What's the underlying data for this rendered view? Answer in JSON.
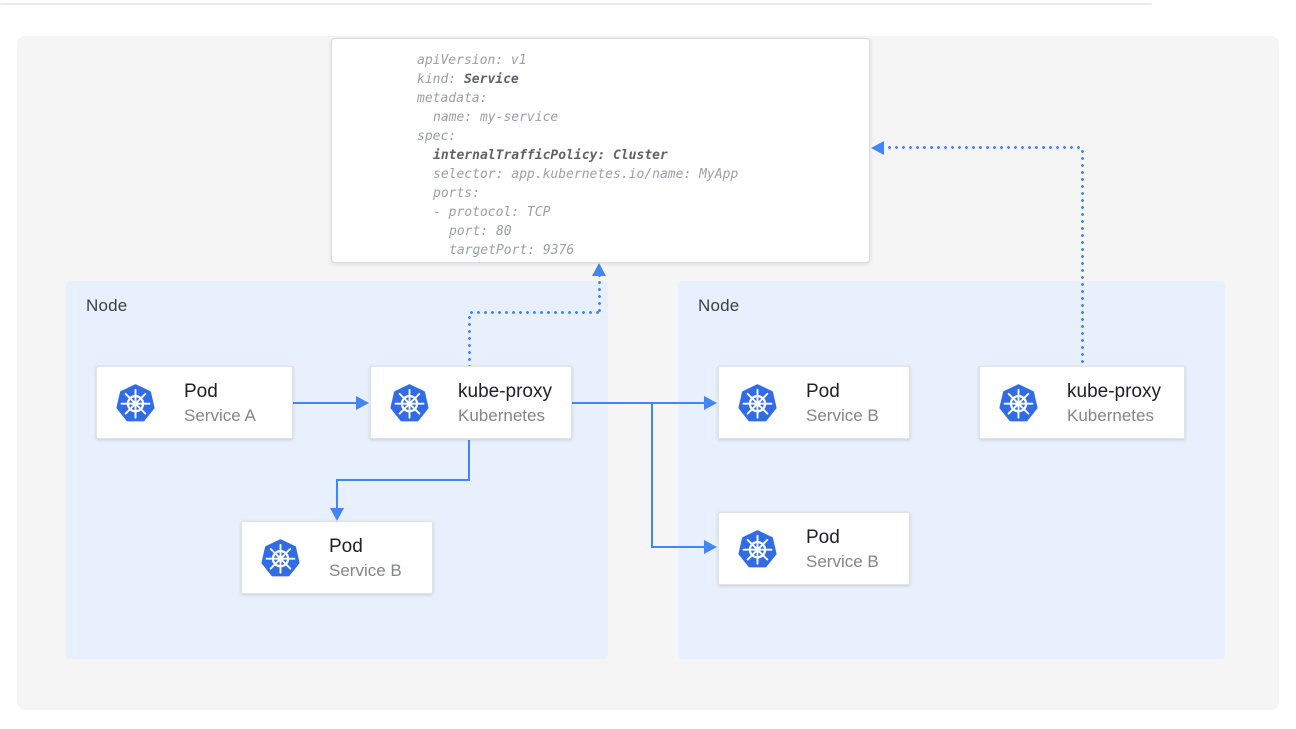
{
  "colors": {
    "accent_blue": "#4285f4",
    "k8s_blue": "#326ce5",
    "node_bg": "#e7f0fc",
    "container_bg": "#f5f5f5",
    "card_bg": "#ffffff",
    "card_border": "#e3e3e3",
    "yaml_border": "#dadce0",
    "title_text": "#202124",
    "subtitle_text": "#80868b",
    "node_label": "#3c4043",
    "yaml_text": "#9aa0a6",
    "yaml_bold": "#5f6368",
    "top_line": "#e9e9e9"
  },
  "icons": {
    "kubernetes": "kubernetes-helm-wheel"
  },
  "yaml_panel": {
    "lines": [
      {
        "indent": 0,
        "segments": [
          {
            "text": "apiVersion: v1",
            "bold": false
          }
        ]
      },
      {
        "indent": 0,
        "segments": [
          {
            "text": "kind: ",
            "bold": false
          },
          {
            "text": "Service",
            "bold": true
          }
        ]
      },
      {
        "indent": 0,
        "segments": [
          {
            "text": "metadata:",
            "bold": false
          }
        ]
      },
      {
        "indent": 1,
        "segments": [
          {
            "text": "name: my-service",
            "bold": false
          }
        ]
      },
      {
        "indent": 0,
        "segments": [
          {
            "text": "spec:",
            "bold": false
          }
        ]
      },
      {
        "indent": 1,
        "segments": [
          {
            "text": "internalTrafficPolicy: Cluster",
            "bold": true
          }
        ]
      },
      {
        "indent": 1,
        "segments": [
          {
            "text": "selector: app.kubernetes.io/name: MyApp",
            "bold": false
          }
        ]
      },
      {
        "indent": 1,
        "segments": [
          {
            "text": "ports:",
            "bold": false
          }
        ]
      },
      {
        "indent": 1,
        "segments": [
          {
            "text": "- protocol: TCP",
            "bold": false
          }
        ]
      },
      {
        "indent": 2,
        "segments": [
          {
            "text": "port: 80",
            "bold": false
          }
        ]
      },
      {
        "indent": 2,
        "segments": [
          {
            "text": "targetPort: 9376",
            "bold": false
          }
        ]
      }
    ]
  },
  "nodes": {
    "left": {
      "label": "Node"
    },
    "right": {
      "label": "Node"
    }
  },
  "cards": {
    "pod_a": {
      "title": "Pod",
      "subtitle": "Service A"
    },
    "kube_proxy_left": {
      "title": "kube-proxy",
      "subtitle": "Kubernetes"
    },
    "pod_b_left": {
      "title": "Pod",
      "subtitle": "Service B"
    },
    "pod_b_right_top": {
      "title": "Pod",
      "subtitle": "Service B"
    },
    "pod_b_right_bottom": {
      "title": "Pod",
      "subtitle": "Service B"
    },
    "kube_proxy_right": {
      "title": "kube-proxy",
      "subtitle": "Kubernetes"
    }
  }
}
